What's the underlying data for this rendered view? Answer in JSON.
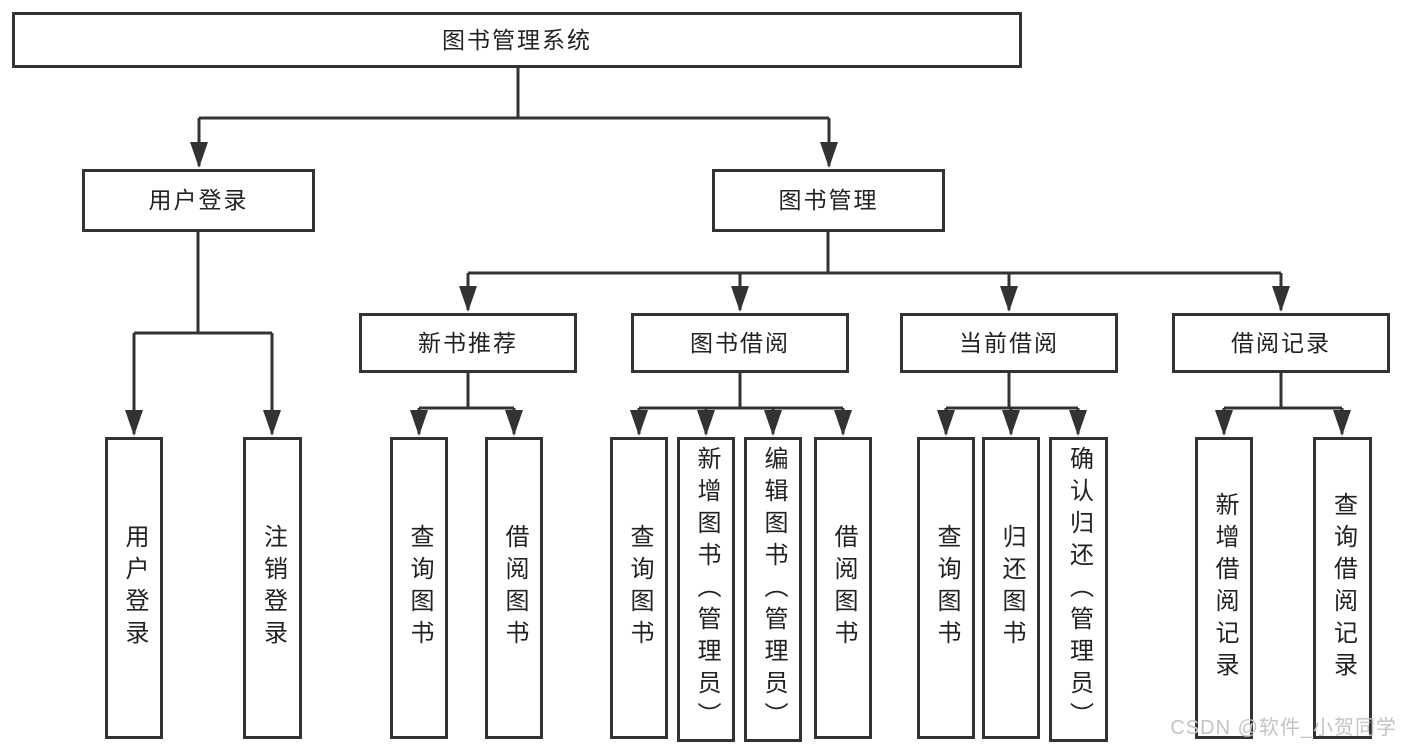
{
  "diagram": {
    "root": {
      "label": "图书管理系统"
    },
    "branches": [
      {
        "label": "用户登录",
        "children": [
          {
            "label": "用户登录"
          },
          {
            "label": "注销登录"
          }
        ]
      },
      {
        "label": "图书管理",
        "children": [
          {
            "label": "新书推荐",
            "children": [
              {
                "label": "查询图书"
              },
              {
                "label": "借阅图书"
              }
            ]
          },
          {
            "label": "图书借阅",
            "children": [
              {
                "label": "查询图书"
              },
              {
                "label": "新增图书（管理员）"
              },
              {
                "label": "编辑图书（管理员）"
              },
              {
                "label": "借阅图书"
              }
            ]
          },
          {
            "label": "当前借阅",
            "children": [
              {
                "label": "查询图书"
              },
              {
                "label": "归还图书"
              },
              {
                "label": "确认归还（管理员）"
              }
            ]
          },
          {
            "label": "借阅记录",
            "children": [
              {
                "label": "新增借阅记录"
              },
              {
                "label": "查询借阅记录"
              }
            ]
          }
        ]
      }
    ]
  },
  "watermark": {
    "text": "CSDN @软件_小贺同学"
  },
  "colors": {
    "line": "#333333",
    "text": "#222222",
    "watermark": "#c4c4c4",
    "background": "#ffffff"
  }
}
